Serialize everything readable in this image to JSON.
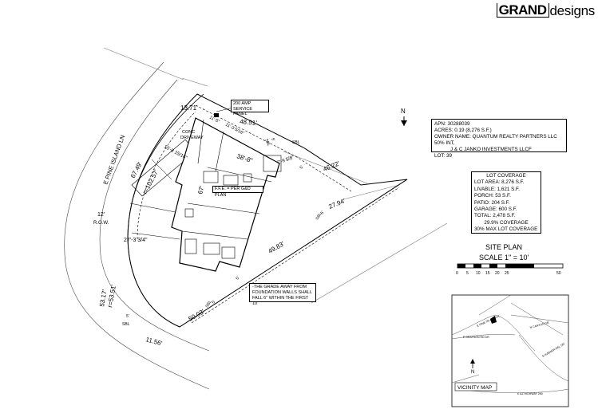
{
  "brand": {
    "logo_bold": "GRAND",
    "logo_light": "designs"
  },
  "parcel": {
    "apn": "APN: 30288039",
    "acres": "ACRES: 0.19 (8,276 S.F.)",
    "owner_line1": "OWNER NAME: QUANTUM REALTY PARTNERS LLC 50% INT,",
    "owner_line2": "J & C JANKO INVESTMENTS LLCF",
    "lot": "LOT: 39"
  },
  "coverage": {
    "title": "LOT COVERAGE",
    "rows": [
      "LOT AREA: 8,276 S.F.",
      "LIVABLE: 1,621 S.F.",
      "PORCH: 53 S.F.",
      "PATIO: 204 S.F.",
      "GARAGE: 600 S.F.",
      "TOTAL: 2,478 S.F."
    ],
    "pct": "29.9% COVERAGE",
    "max": "30% MAX LOT COVERAGE"
  },
  "site_plan": {
    "title": "SITE PLAN",
    "scale": "SCALE 1\" = 10'",
    "ticks": [
      "0",
      "5",
      "10",
      "15",
      "20",
      "25",
      "50"
    ]
  },
  "north_arrow": "N",
  "vicinity": {
    "label": "VICINITY MAP",
    "north": "N",
    "roads": [
      "E GRAYSON RD DR",
      "E PINE ISLAND LN",
      "N CANYON DR",
      "E AVENIDA DEL DR",
      "E AZ HIGHWAY 260"
    ]
  },
  "drawing": {
    "street": "E PINE ISLAND LN",
    "row_label": "12'",
    "row_sub": "R.O.W.",
    "service_panel_1": "200 AMP",
    "service_panel_2": "SERVICE PANEL",
    "driveway_1": "CONC",
    "driveway_2": "DRIVEWAY",
    "ffe": "F.F.E. = PER G&D PLAN",
    "dim_13_71": "13.71'",
    "dim_48_51": "48.51'",
    "dim_11_5": "11'-5\"",
    "dim_11_3": "11'-3 5/16\"",
    "dim_15_8": "15'-8 15/16\"",
    "dim_67_49": "67.49'",
    "dim_r102": "r=102.57'",
    "dim_38_8": "38'-8\"",
    "dim_7_9": "7'-9 5/8\"",
    "dim_46_22": "46.22'",
    "dim_67": "67'",
    "dim_27_3": "27'-3 3/4\"",
    "dim_27_94": "27.94'",
    "dim_49_83": "49.83'",
    "dim_r53": "r=53.51'",
    "dim_53_17": "53.17'",
    "dim_50_03": "50.03'",
    "dim_11_56": "11.56'",
    "setback_sbl": "SBL",
    "setback_5": "5'",
    "grade_note_1": "-THE GRADE AWAY FROM",
    "grade_note_2": "FOUNDATION WALLS SHALL",
    "grade_note_3": "FALL 6\" WITHIN THE FIRST 10'"
  }
}
